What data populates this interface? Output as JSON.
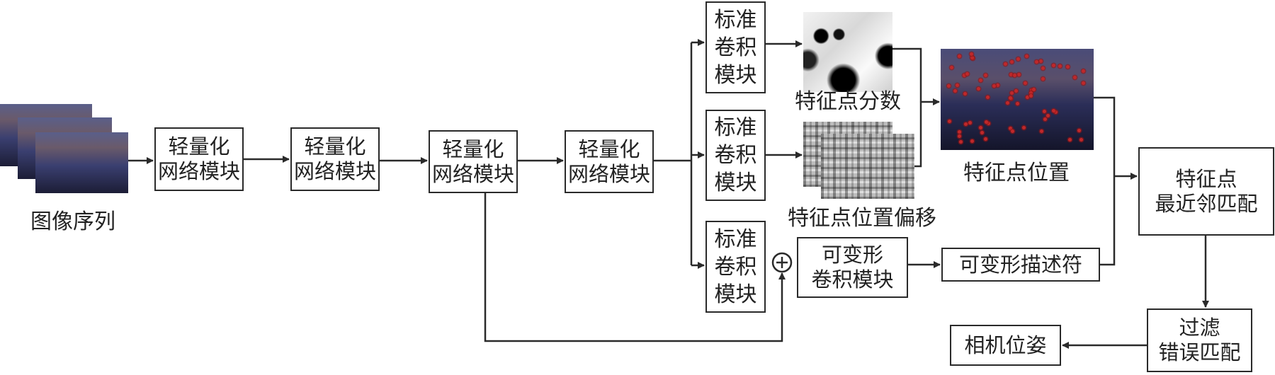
{
  "input": {
    "label": "图像序列"
  },
  "backbone": [
    {
      "line1": "轻量化",
      "line2": "网络模块"
    },
    {
      "line1": "轻量化",
      "line2": "网络模块"
    },
    {
      "line1": "轻量化",
      "line2": "网络模块"
    },
    {
      "line1": "轻量化",
      "line2": "网络模块"
    }
  ],
  "std_conv": [
    {
      "line1": "标准",
      "line2": "卷积",
      "line3": "模块"
    },
    {
      "line1": "标准",
      "line2": "卷积",
      "line3": "模块"
    },
    {
      "line1": "标准",
      "line2": "卷积",
      "line3": "模块"
    }
  ],
  "outputs": {
    "score_label": "特征点分数",
    "offset_label": "特征点位置偏移",
    "position_label": "特征点位置"
  },
  "add_symbol": "⊕",
  "deform_conv": {
    "line1": "可变形",
    "line2": "卷积模块"
  },
  "descriptor": {
    "label": "可变形描述符"
  },
  "matching": {
    "line1": "特征点",
    "line2": "最近邻匹配"
  },
  "filter": {
    "line1": "过滤",
    "line2": "错误匹配"
  },
  "pose": {
    "label": "相机位姿"
  },
  "colors": {
    "line": "#2a2a2a",
    "keypoint": "#c0282a"
  }
}
